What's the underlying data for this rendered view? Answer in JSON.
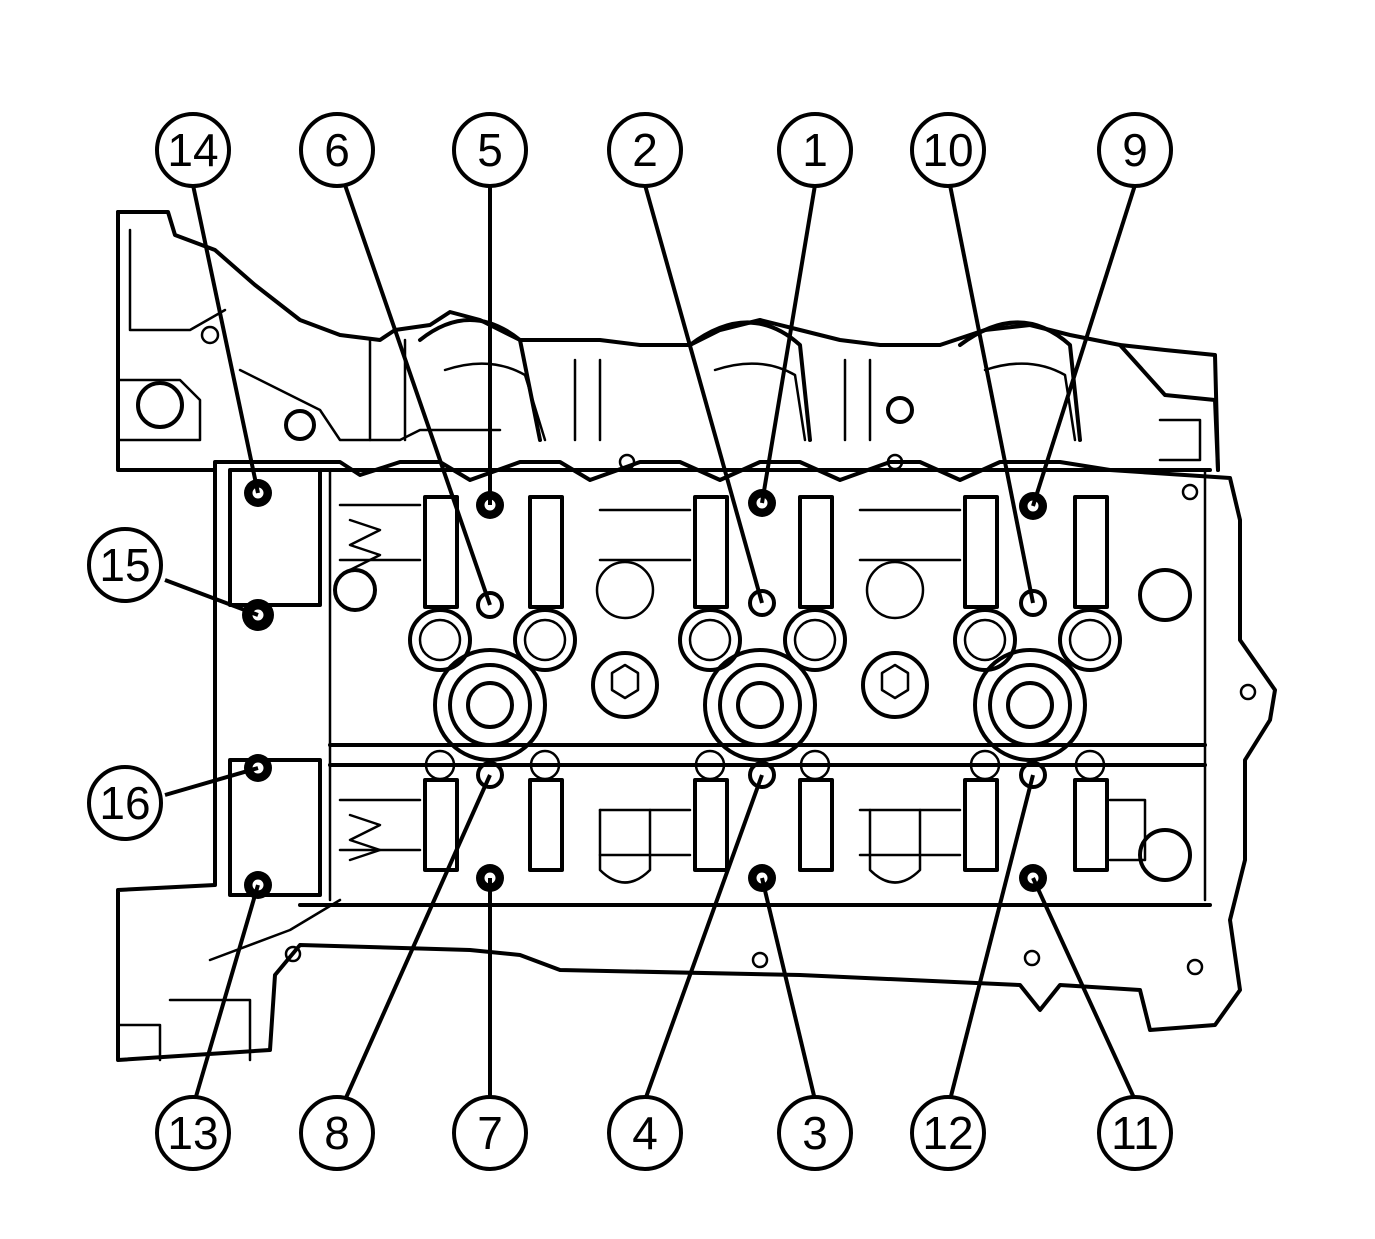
{
  "colors": {
    "line": "#000000",
    "background": "#ffffff"
  },
  "callouts": [
    {
      "label": "14"
    },
    {
      "label": "6"
    },
    {
      "label": "5"
    },
    {
      "label": "2"
    },
    {
      "label": "1"
    },
    {
      "label": "10"
    },
    {
      "label": "9"
    },
    {
      "label": "15"
    },
    {
      "label": "16"
    },
    {
      "label": "13"
    },
    {
      "label": "8"
    },
    {
      "label": "7"
    },
    {
      "label": "4"
    },
    {
      "label": "3"
    },
    {
      "label": "12"
    },
    {
      "label": "11"
    }
  ]
}
